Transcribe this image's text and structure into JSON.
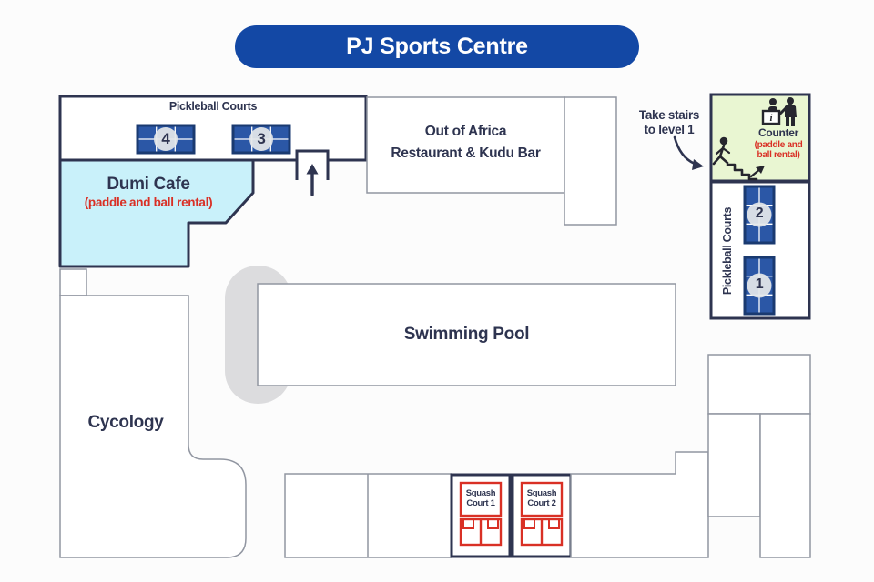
{
  "title": "PJ Sports Centre",
  "colors": {
    "accent": "#1348a5",
    "navy": "#2e3450",
    "red": "#d93025",
    "cafe": "#c9f1fa",
    "green": "#e9f6d2",
    "court": "#2b57a6",
    "court_border": "#1a3a70",
    "outline": "#9196a1",
    "icon": "#26262e"
  },
  "areas": {
    "pickleball_top": {
      "label": "Pickleball Courts",
      "courts": [
        "4",
        "3"
      ]
    },
    "dumi_cafe": {
      "name": "Dumi Cafe",
      "note": "(paddle and ball rental)"
    },
    "restaurant": {
      "line1": "Out of Africa",
      "line2": "Restaurant & Kudu Bar"
    },
    "stairs_note": {
      "line1": "Take stairs",
      "line2": "to level 1"
    },
    "counter": {
      "label": "Counter",
      "note_line1": "(paddle and",
      "note_line2": "ball rental)",
      "desk_letter": "i"
    },
    "pickleball_right": {
      "label": "Pickleball Courts",
      "courts": [
        "2",
        "1"
      ]
    },
    "swimming_pool": {
      "label": "Swimming Pool"
    },
    "cycology": {
      "label": "Cycology"
    },
    "squash_courts": [
      {
        "line1": "Squash",
        "line2": "Court 1"
      },
      {
        "line1": "Squash",
        "line2": "Court 2"
      }
    ]
  }
}
